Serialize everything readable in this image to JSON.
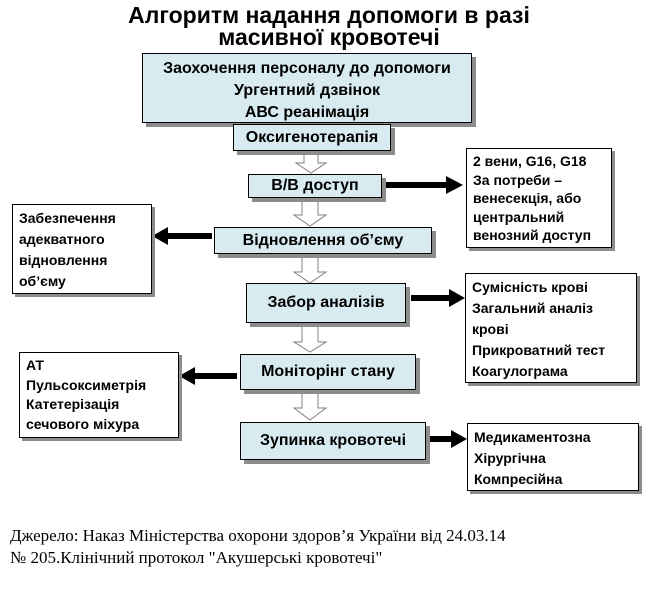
{
  "title": {
    "line1": "Алгоритм надання допомоги в разі",
    "line2": "масивної кровотечі"
  },
  "main_steps": {
    "top": [
      "Заохочення персоналу до допомоги",
      "Ургентний дзвінок",
      "АВС реанімація"
    ],
    "oxygen": "Оксигенотерапія",
    "iv_access": "В/В доступ",
    "volume": "Відновлення об’єму",
    "tests": "Забор аналізів",
    "monitoring": "Моніторінг стану",
    "stop_bleeding": "Зупинка кровотечі"
  },
  "side_notes": {
    "iv_access": [
      "2 вени, G16, G18",
      "За потреби –",
      "венесекція, або",
      "центральний",
      "венозний доступ"
    ],
    "volume": [
      "Забезпечення",
      "адекватного",
      "відновлення",
      "об’єму"
    ],
    "tests": [
      "Сумісність крові",
      "Загальний аналіз",
      "крові",
      "Прикроватний тест",
      "Коагулограма"
    ],
    "monitoring": [
      "АТ",
      "Пульсоксиметрія",
      "Катетерізація",
      "сечового міхура"
    ],
    "stop_bleeding": [
      "Медикаментозна",
      "Хірургічна",
      "Компресійна"
    ]
  },
  "footer": {
    "line1": "Джерело:  Наказ Міністерства охорони здоров’я України  від 24.03.14",
    "line2": "№ 205.Клінічний протокол \"Акушерські кровотечі\""
  },
  "colors": {
    "box_fill": "#d7ebf0",
    "shadow": "#8c8c8c",
    "arrow_fill": "#ffffff"
  }
}
